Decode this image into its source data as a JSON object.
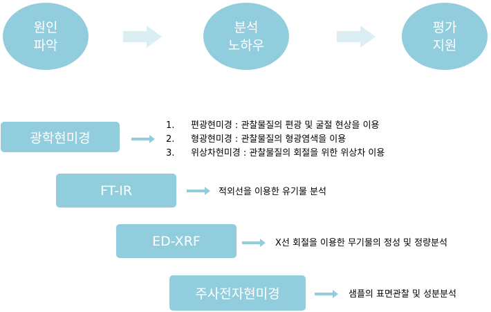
{
  "process": [
    {
      "label": "원인\n파악"
    },
    {
      "label": "분석\n노하우"
    },
    {
      "label": "평가\n지원"
    }
  ],
  "methods": [
    {
      "name": "광학현미경",
      "details": [
        {
          "num": "1.",
          "text": "편광현미경 : 관찰물질의 편광 및 굴절 현상을  이용"
        },
        {
          "num": "2.",
          "text": "형광현미경 : 관찰물질의 형광염색을 이용"
        },
        {
          "num": "3.",
          "text": "위상차현미경 : 관찰물질의 회절을 위한 위상차 이용"
        }
      ]
    },
    {
      "name": "FT-IR",
      "description": "적외선을 이용한 유기물 분석"
    },
    {
      "name": "ED-XRF",
      "description": "X선 회절을 이용한 무기물의 정성 및 정량분석"
    },
    {
      "name": "주사전자현미경",
      "description": "샘플의 표면관찰 및 성분분석"
    }
  ],
  "colors": {
    "shape_fill": "#92cddd",
    "arrow_fill": "#dbeef3",
    "text_on_shape": "#ffffff"
  }
}
